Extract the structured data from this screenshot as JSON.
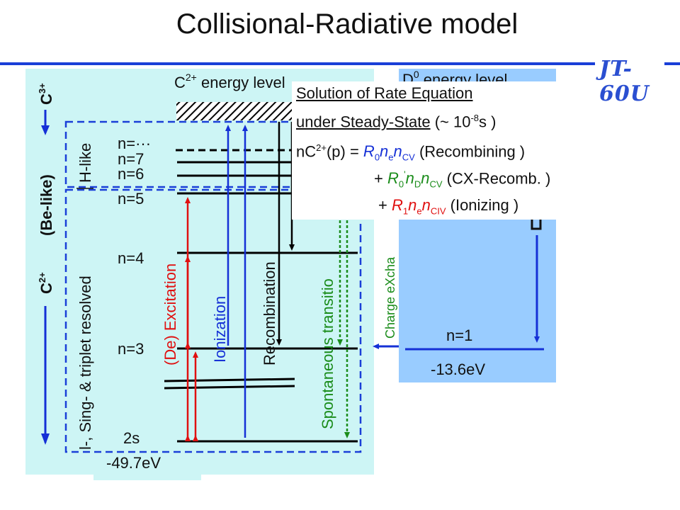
{
  "title": "Collisional-Radiative model",
  "logo": "JT-60U",
  "carbon": {
    "panel_title": {
      "base": "C",
      "sup": "2+",
      "rest": " energy level"
    },
    "label_c3": {
      "base": "C",
      "sup": "3+"
    },
    "label_c2": {
      "base": "C",
      "sup": "2+"
    },
    "be_like": "(Be-like)",
    "h_like": "H-like",
    "resolved": "l-, Sing- & triplet resolved",
    "levels": [
      "n=···",
      "n=7",
      "n=6",
      "n=5",
      "n=4",
      "n=3",
      "2s"
    ],
    "ground_energy": "-49.7eV",
    "processes": {
      "excitation": "(De) Excitation",
      "ionization": "Ionization",
      "recombination": "Recombination",
      "spontaneous": "Spontaneous  transitio"
    },
    "charge_exchange": "Charge eXcha"
  },
  "deuterium": {
    "panel_title": {
      "base": "D",
      "sup": "0",
      "rest": " energy level"
    },
    "level": "n=1",
    "energy": "-13.6eV"
  },
  "rate_equation": {
    "line1": "Solution of Rate Equation",
    "line2_u": "under Steady-State",
    "line2_rest": " (~ 10",
    "line2_sup": "-8",
    "line2_end": "s )",
    "terms": [
      {
        "lead": "nC",
        "lead_sup": "2+",
        "lead_rest": "(p) = ",
        "coef": "R",
        "coef_sub": "0",
        "coef_sup": "",
        "factors": [
          {
            "b": "n",
            "s": "e"
          },
          {
            "b": "n",
            "s": "CV"
          }
        ],
        "label": "(Recombining )",
        "color": "blu"
      },
      {
        "lead": "+ ",
        "lead_sup": "",
        "lead_rest": "",
        "coef": "R",
        "coef_sub": "0",
        "coef_sup": "'",
        "factors": [
          {
            "b": "n",
            "s": "D"
          },
          {
            "b": "n",
            "s": "CV"
          }
        ],
        "label": "(CX-Recomb. )",
        "color": "grn"
      },
      {
        "lead": "+ ",
        "lead_sup": "",
        "lead_rest": "",
        "coef": "R",
        "coef_sub": "1",
        "coef_sup": "",
        "factors": [
          {
            "b": "n",
            "s": "e"
          },
          {
            "b": "n",
            "s": "CIV"
          }
        ],
        "label": "(Ionizing )",
        "color": "red"
      }
    ]
  },
  "colors": {
    "panel_bg": "#cdf5f5",
    "d_panel_bg": "#99ccff",
    "dashed_box": "#1a3fd8",
    "excitation": "#e01010",
    "ionization": "#1530d6",
    "spontaneous": "#1a8c1a",
    "level_line": "#000000"
  }
}
